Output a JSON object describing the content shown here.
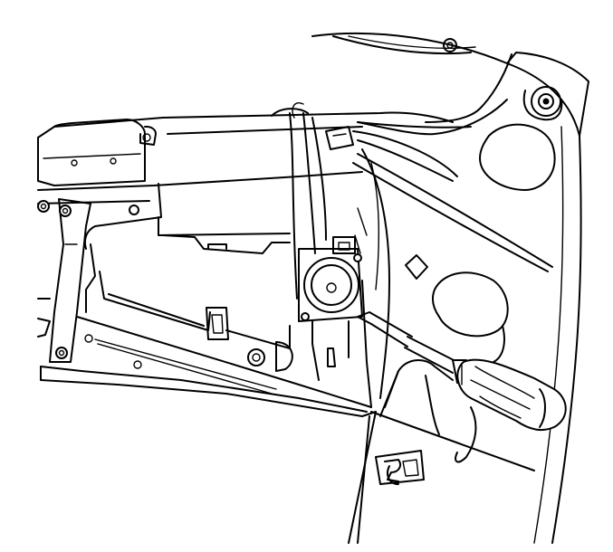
{
  "figure": {
    "style": "black line art on white background",
    "stroke_color": "#000000",
    "background_color": "#ffffff"
  },
  "parts": [
    "instrument-panel-carrier",
    "speaker",
    "wiring-harness",
    "screwdriver",
    "retaining-clip",
    "fastener-bolt"
  ]
}
